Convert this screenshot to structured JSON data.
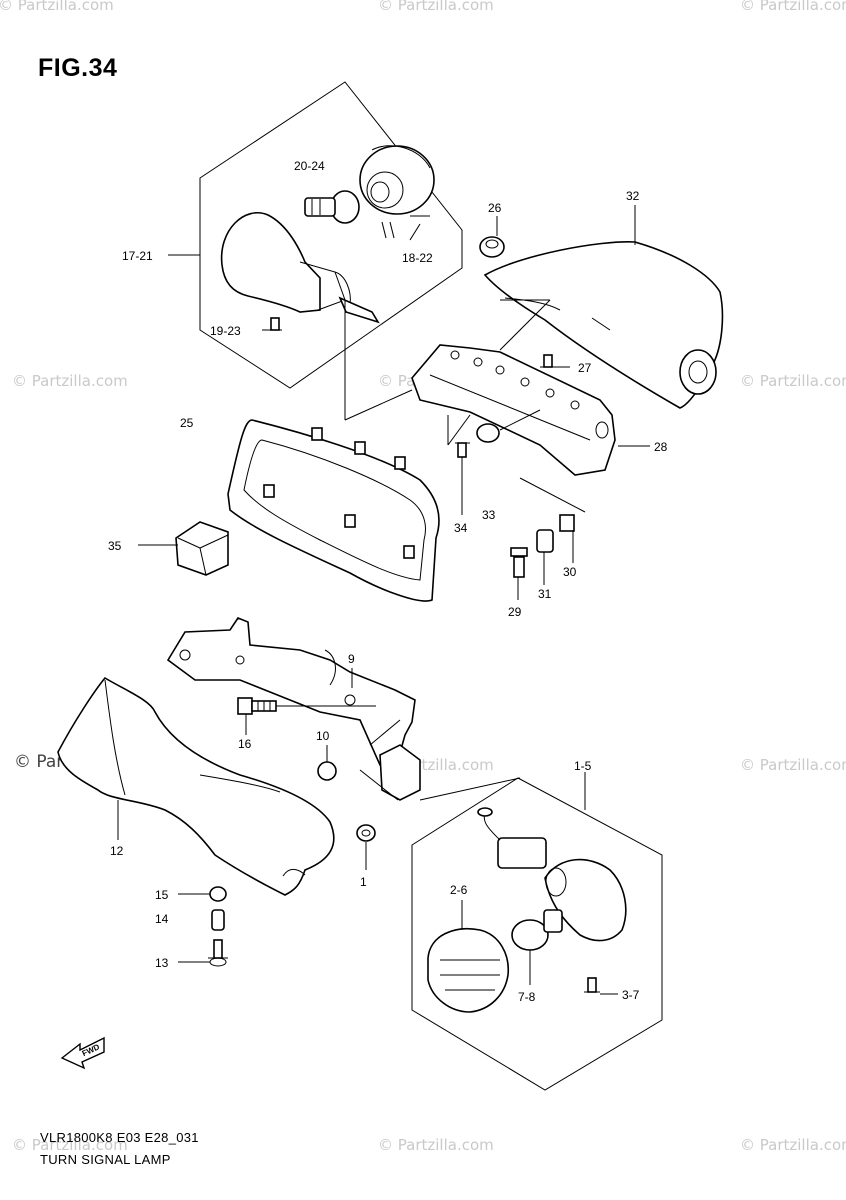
{
  "figure": {
    "title": "FIG.34",
    "code": "VLR1800K8 E03 E28_031",
    "name": "TURN SIGNAL LAMP"
  },
  "watermark": {
    "text": "© Partzilla.com"
  },
  "callouts": {
    "c1": "1",
    "c1_5": "1-5",
    "c2_6": "2-6",
    "c3_7": "3-7",
    "c7_8": "7-8",
    "c9": "9",
    "c10": "10",
    "c12": "12",
    "c13": "13",
    "c14": "14",
    "c15": "15",
    "c16": "16",
    "c17_21": "17-21",
    "c18_22": "18-22",
    "c19_23": "19-23",
    "c20_24": "20-24",
    "c25": "25",
    "c26": "26",
    "c27": "27",
    "c28": "28",
    "c29": "29",
    "c30": "30",
    "c31": "31",
    "c32": "32",
    "c33": "33",
    "c34": "34",
    "c35": "35"
  },
  "fwd_arrow": {
    "label": "FWD"
  }
}
